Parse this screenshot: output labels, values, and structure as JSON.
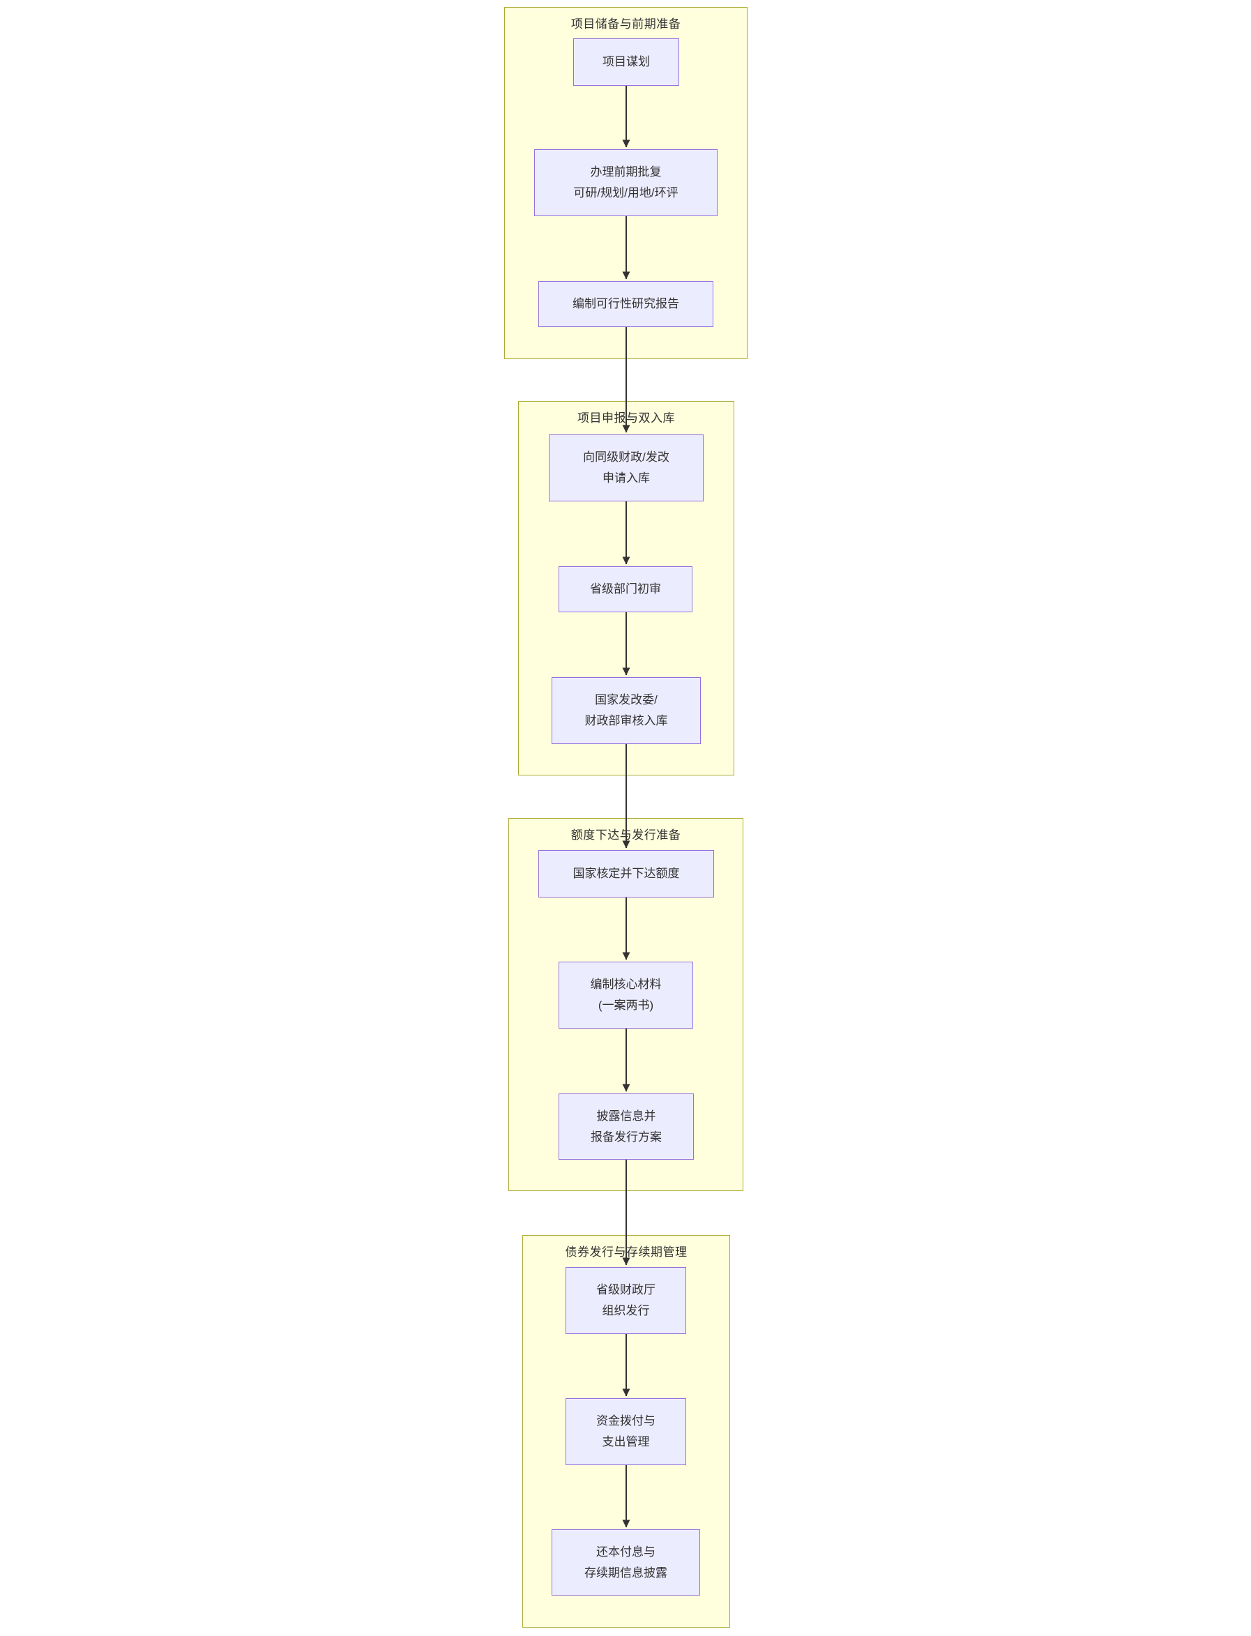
{
  "diagram": {
    "groups": [
      {
        "title": "项目储备与前期准备",
        "nodes": [
          {
            "label": "项目谋划"
          },
          {
            "label": "办理前期批复\n可研/规划/用地/环评"
          },
          {
            "label": "编制可行性研究报告"
          }
        ]
      },
      {
        "title": "项目申报与双入库",
        "nodes": [
          {
            "label": "向同级财政/发改\n申请入库"
          },
          {
            "label": "省级部门初审"
          },
          {
            "label": "国家发改委/\n财政部审核入库"
          }
        ]
      },
      {
        "title": "额度下达与发行准备",
        "nodes": [
          {
            "label": "国家核定并下达额度"
          },
          {
            "label": "编制核心材料\n(一案两书)"
          },
          {
            "label": "披露信息并\n报备发行方案"
          }
        ]
      },
      {
        "title": "债券发行与存续期管理",
        "nodes": [
          {
            "label": "省级财政厅\n组织发行"
          },
          {
            "label": "资金拨付与\n支出管理"
          },
          {
            "label": "还本付息与\n存续期信息披露"
          }
        ]
      }
    ]
  },
  "colors": {
    "cluster_fill": "#ffffde",
    "cluster_border": "#aaaa33",
    "node_fill": "#ececff",
    "node_border": "#9370db",
    "edge": "#333333",
    "text": "#333333"
  }
}
